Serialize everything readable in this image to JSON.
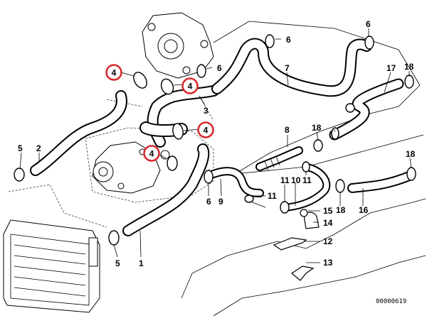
{
  "callouts": [
    {
      "id": "c4a",
      "text": "4",
      "circled": true
    },
    {
      "id": "c4b",
      "text": "4",
      "circled": true
    },
    {
      "id": "c4c",
      "text": "4",
      "circled": true
    },
    {
      "id": "c4d",
      "text": "4",
      "circled": true
    },
    {
      "id": "c6a",
      "text": "6",
      "circled": false
    },
    {
      "id": "c6b",
      "text": "6",
      "circled": false
    },
    {
      "id": "c6c",
      "text": "6",
      "circled": false
    },
    {
      "id": "c6d",
      "text": "6",
      "circled": false
    },
    {
      "id": "c7",
      "text": "7",
      "circled": false
    },
    {
      "id": "c17",
      "text": "17",
      "circled": false
    },
    {
      "id": "c18a",
      "text": "18",
      "circled": false
    },
    {
      "id": "c18b",
      "text": "18",
      "circled": false
    },
    {
      "id": "c18c",
      "text": "18",
      "circled": false
    },
    {
      "id": "c18d",
      "text": "18",
      "circled": false
    },
    {
      "id": "c3",
      "text": "3",
      "circled": false
    },
    {
      "id": "c8",
      "text": "8",
      "circled": false
    },
    {
      "id": "c5a",
      "text": "5",
      "circled": false
    },
    {
      "id": "c5b",
      "text": "5",
      "circled": false
    },
    {
      "id": "c2",
      "text": "2",
      "circled": false
    },
    {
      "id": "c11a",
      "text": "11",
      "circled": false
    },
    {
      "id": "c10",
      "text": "10",
      "circled": false
    },
    {
      "id": "c11b",
      "text": "11",
      "circled": false
    },
    {
      "id": "c11c",
      "text": "11",
      "circled": false
    },
    {
      "id": "c9",
      "text": "9",
      "circled": false
    },
    {
      "id": "c15",
      "text": "15",
      "circled": false
    },
    {
      "id": "c14",
      "text": "14",
      "circled": false
    },
    {
      "id": "c16",
      "text": "16",
      "circled": false
    },
    {
      "id": "c12",
      "text": "12",
      "circled": false
    },
    {
      "id": "c13",
      "text": "13",
      "circled": false
    },
    {
      "id": "c1",
      "text": "1",
      "circled": false
    }
  ],
  "reference_number": "00000619",
  "colors": {
    "highlight": "#d7262b",
    "ink": "#000000",
    "paper": "#ffffff"
  }
}
